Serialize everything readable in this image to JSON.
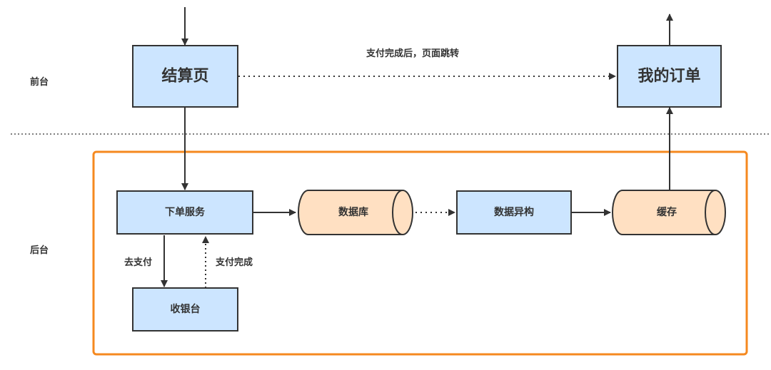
{
  "lanes": {
    "front": "前台",
    "back": "后台"
  },
  "nodes": {
    "checkout": "结算页",
    "my_orders": "我的订单",
    "order_service": "下单服务",
    "cashier": "收银台",
    "database": "数据库",
    "heterogeneous": "数据异构",
    "cache": "缓存"
  },
  "edge_labels": {
    "redirect": "支付完成后，页面跳转",
    "go_pay": "去支付",
    "pay_done": "支付完成"
  },
  "colors": {
    "box_fill": "#cce5ff",
    "box_stroke": "#333333",
    "cylinder_fill": "#ffe0c2",
    "backend_border": "#f5891f",
    "separator": "#333333"
  }
}
